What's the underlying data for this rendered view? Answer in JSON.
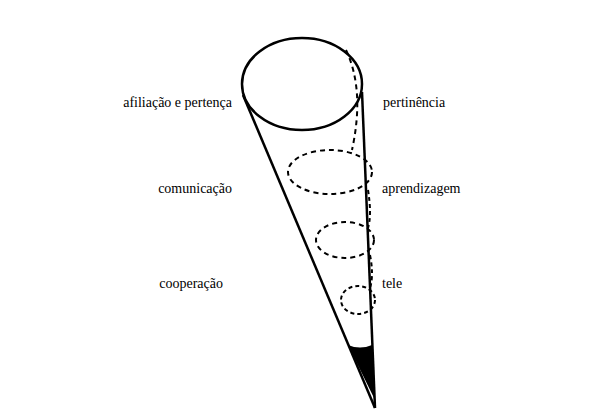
{
  "diagram": {
    "labels": [
      "afiliação e pertença",
      "pertinência",
      "comunicação",
      "aprendizagem",
      "cooperação",
      "tele"
    ]
  }
}
